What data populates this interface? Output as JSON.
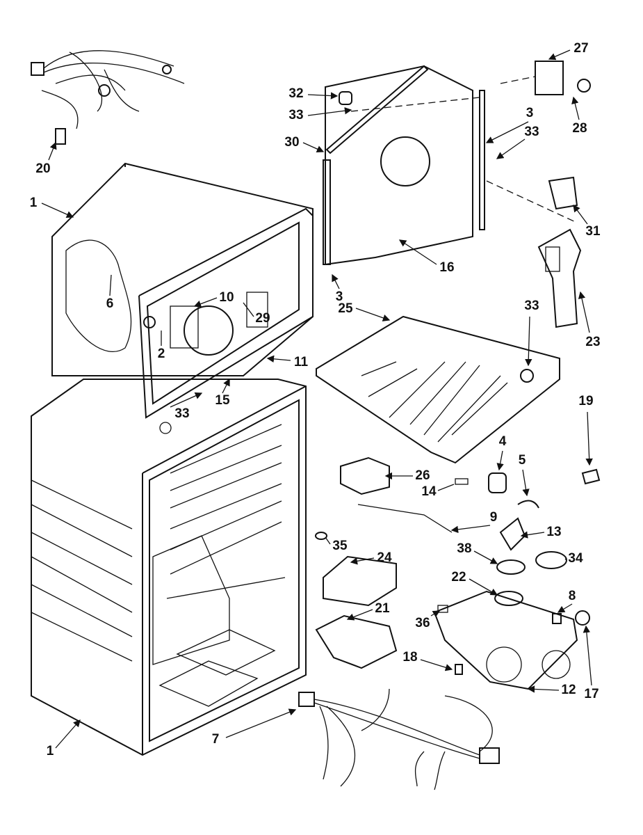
{
  "diagram": {
    "type": "exploded parts diagram",
    "callouts": [
      "20",
      "1",
      "6",
      "10",
      "29",
      "2",
      "11",
      "15",
      "33",
      "1",
      "7",
      "27",
      "32",
      "33",
      "3",
      "33",
      "28",
      "30",
      "31",
      "16",
      "3",
      "25",
      "33",
      "23",
      "19",
      "4",
      "5",
      "26",
      "14",
      "9",
      "13",
      "35",
      "38",
      "24",
      "34",
      "22",
      "8",
      "21",
      "36",
      "18",
      "12",
      "17"
    ]
  }
}
